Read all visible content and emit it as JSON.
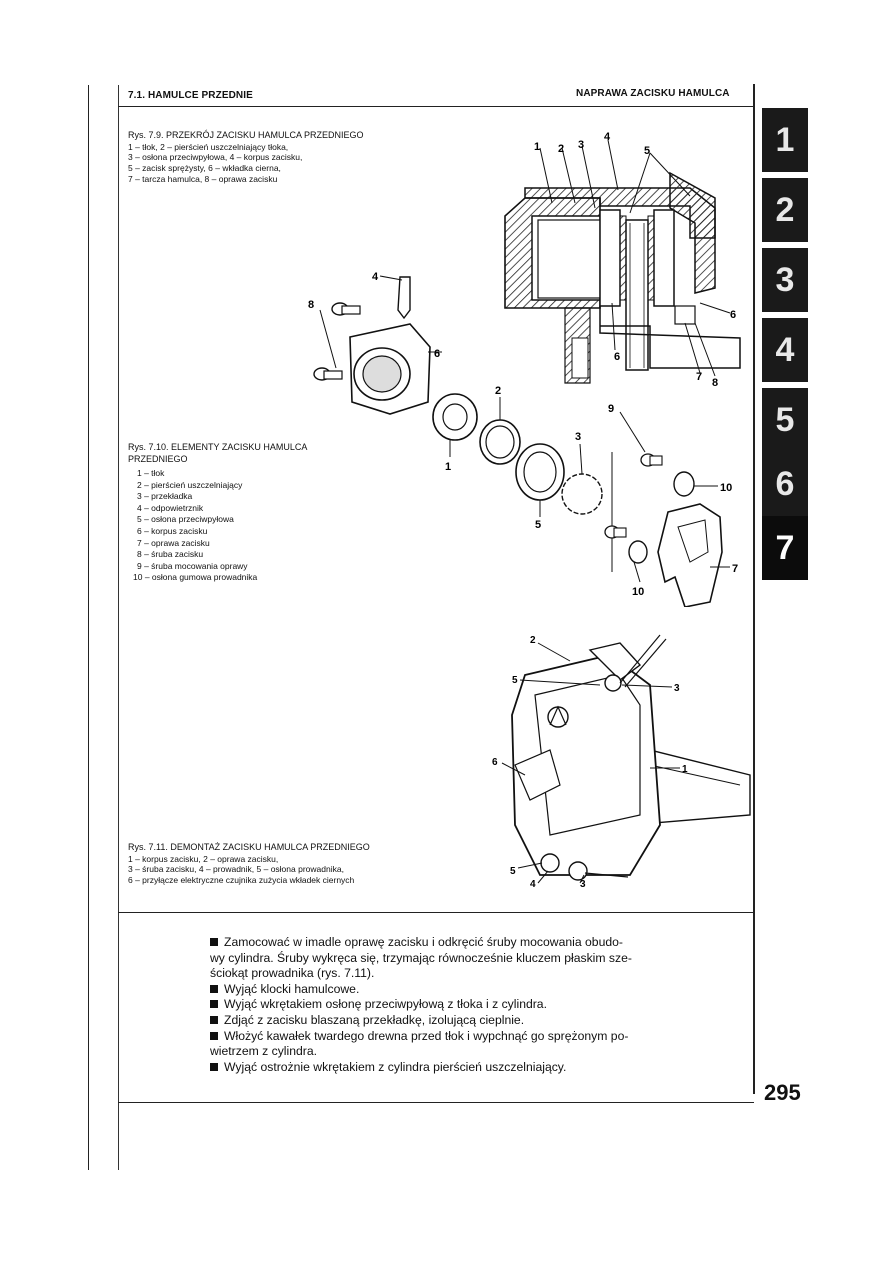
{
  "header": {
    "left": "7.1. HAMULCE PRZEDNIE",
    "right": "NAPRAWA ZACISKU HAMULCA"
  },
  "fig79": {
    "title": "Rys. 7.9. PRZEKRÓJ ZACISKU HAMULCA PRZEDNIEGO",
    "lines": [
      "1 – tłok, 2 – pierścień uszczelniający tłoka,",
      "3 – osłona przeciwpyłowa, 4 – korpus zacisku,",
      "5 – zacisk sprężysty, 6 – wkładka cierna,",
      "7 – tarcza hamulca, 8 – oprawa zacisku"
    ],
    "labels": [
      "1",
      "2",
      "3",
      "4",
      "5",
      "6",
      "6",
      "7",
      "8"
    ]
  },
  "fig710": {
    "title": "Rys. 7.10. ELEMENTY ZACISKU HAMULCA",
    "title2": "PRZEDNIEGO",
    "items": [
      "1 – tłok",
      "2 – pierścień uszczelniający",
      "3 – przekładka",
      "4 – odpowietrznik",
      "5 – osłona przeciwpyłowa",
      "6 – korpus zacisku",
      "7 – oprawa zacisku",
      "8 – śruba zacisku",
      "9 – śruba mocowania oprawy",
      "10 – osłona gumowa prowadnika"
    ],
    "labels": [
      "1",
      "2",
      "3",
      "4",
      "5",
      "6",
      "7",
      "8",
      "9",
      "10",
      "10"
    ]
  },
  "fig711": {
    "title": "Rys. 7.11. DEMONTAŻ ZACISKU HAMULCA PRZEDNIEGO",
    "lines": [
      "1 – korpus zacisku, 2 – oprawa zacisku,",
      "3 – śruba zacisku, 4 – prowadnik, 5 – osłona prowadnika,",
      "6 – przyłącze elektryczne czujnika zużycia wkładek ciernych"
    ],
    "labels": [
      "1",
      "2",
      "3",
      "3",
      "4",
      "5",
      "5",
      "6"
    ]
  },
  "body": [
    "Zamocować w imadle oprawę zacisku i odkręcić śruby mocowania obudo-",
    "wy cylindra. Śruby wykręca się, trzymając równocześnie kluczem płaskim sze-",
    "ściokąt prowadnika (rys. 7.11).",
    "Wyjąć klocki hamulcowe.",
    "Wyjąć wkrętakiem osłonę przeciwpyłową z tłoka i z cylindra.",
    "Zdjąć z zacisku blaszaną przekładkę, izolującą cieplnie.",
    "Włożyć kawałek twardego drewna przed tłok i wypchnąć go sprężonym po-",
    "wietrzem z cylindra.",
    "Wyjąć ostrożnie wkrętakiem z cylindra pierścień uszczelniający."
  ],
  "tabs": [
    "1",
    "2",
    "3",
    "4",
    "5",
    "6",
    "7"
  ],
  "page_number": "295"
}
